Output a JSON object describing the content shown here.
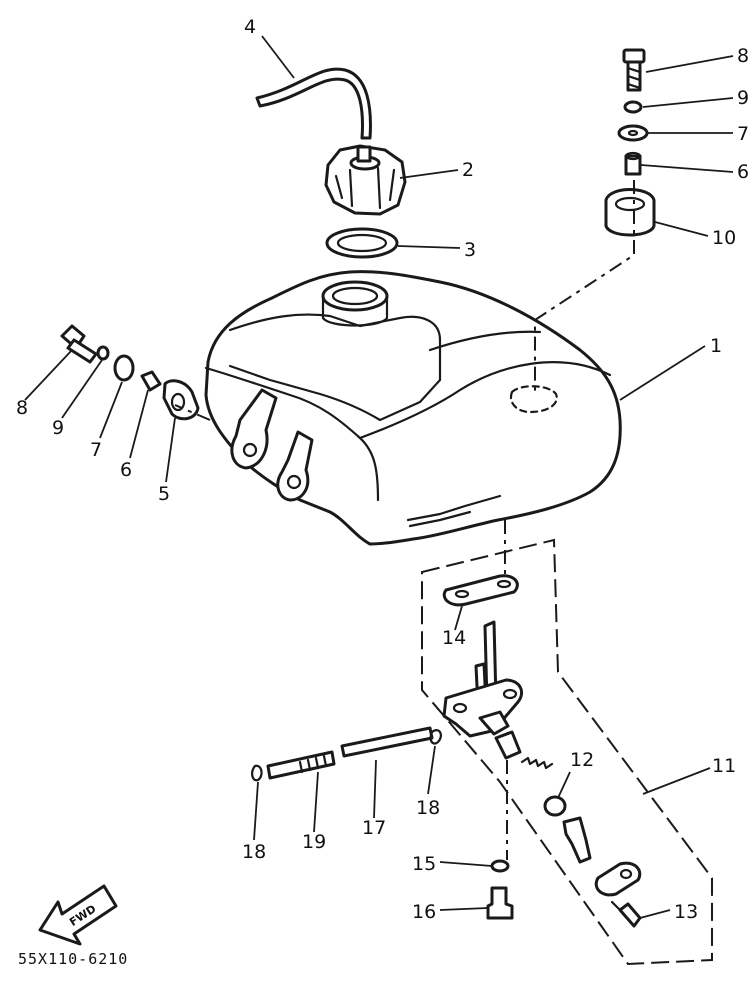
{
  "diagram": {
    "part_code": "55X110-6210",
    "fwd_label": "FWD",
    "callouts": [
      "1",
      "2",
      "3",
      "4",
      "5",
      "6",
      "7",
      "8",
      "9",
      "10",
      "11",
      "12",
      "13",
      "14",
      "15",
      "16",
      "17",
      "18",
      "19"
    ],
    "left_mount_labels": {
      "n8": "8",
      "n9": "9",
      "n7": "7",
      "n6": "6",
      "n5": "5"
    },
    "right_mount_labels": {
      "n8": "8",
      "n9": "9",
      "n7": "7",
      "n6": "6",
      "n10": "10"
    },
    "petcock_labels": {
      "n11": "11",
      "n12": "12",
      "n13": "13",
      "n14": "14",
      "n15": "15",
      "n16": "16",
      "n17": "17",
      "n18a": "18",
      "n18b": "18",
      "n19": "19"
    },
    "top_labels": {
      "n1": "1",
      "n2": "2",
      "n3": "3",
      "n4": "4"
    }
  }
}
